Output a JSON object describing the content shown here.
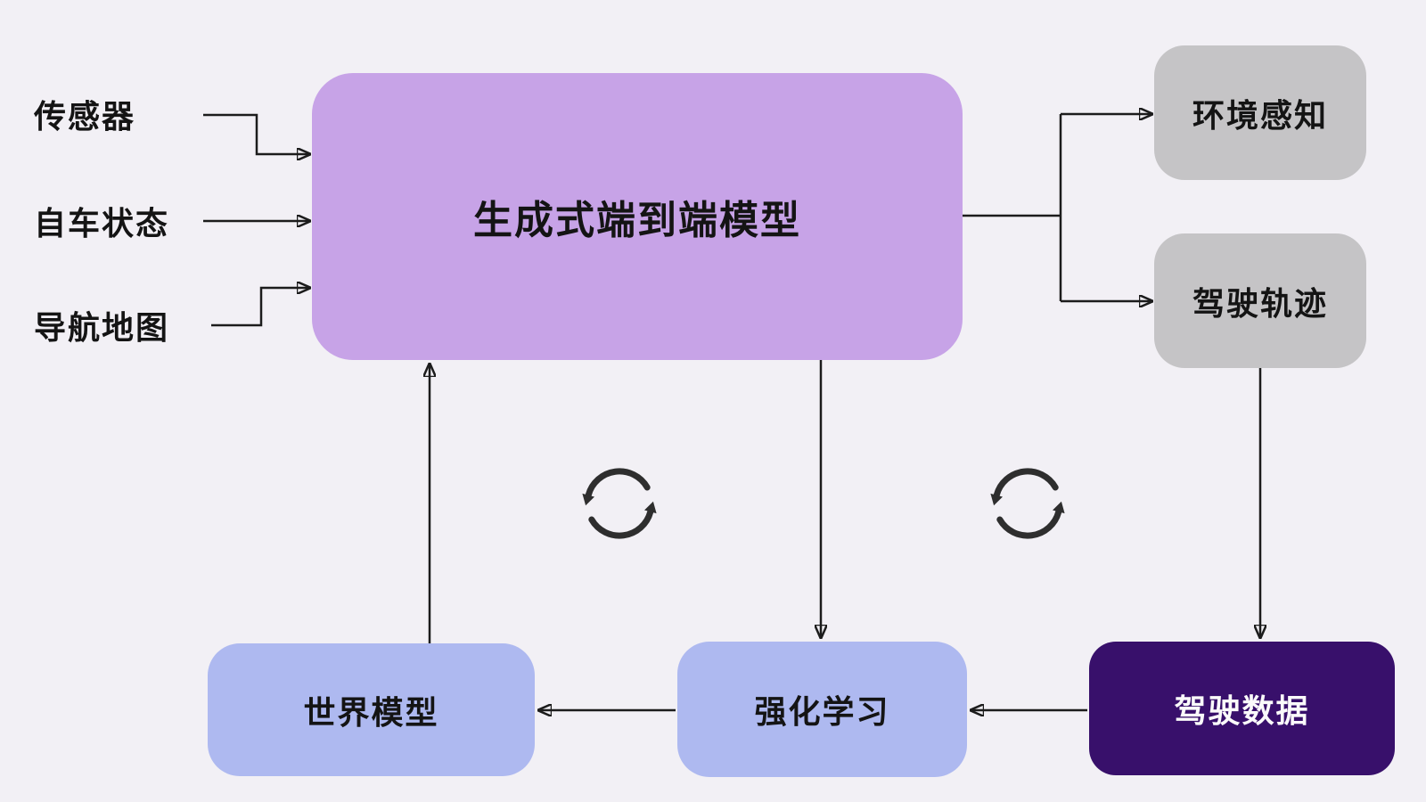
{
  "colors": {
    "background": "#f2f0f5",
    "central_box": "#c7a3e7",
    "output_box": "#c5c4c6",
    "loop_box": "#aeb9f0",
    "data_box": "#38106b",
    "line": "#1c1c1c",
    "text_dark": "#141414",
    "text_light": "#fafafa"
  },
  "inputs": {
    "items": [
      {
        "label": "传感器"
      },
      {
        "label": "自车状态"
      },
      {
        "label": "导航地图"
      }
    ]
  },
  "central_box": {
    "label": "生成式端到端模型"
  },
  "outputs": {
    "items": [
      {
        "label": "环境感知"
      },
      {
        "label": "驾驶轨迹"
      }
    ]
  },
  "bottom_row": {
    "world_model": {
      "label": "世界模型"
    },
    "reinforcement_learning": {
      "label": "强化学习"
    },
    "driving_data": {
      "label": "驾驶数据"
    }
  },
  "icons": {
    "left_cycle": "cycle-arrows-icon",
    "right_cycle": "cycle-arrows-icon"
  }
}
